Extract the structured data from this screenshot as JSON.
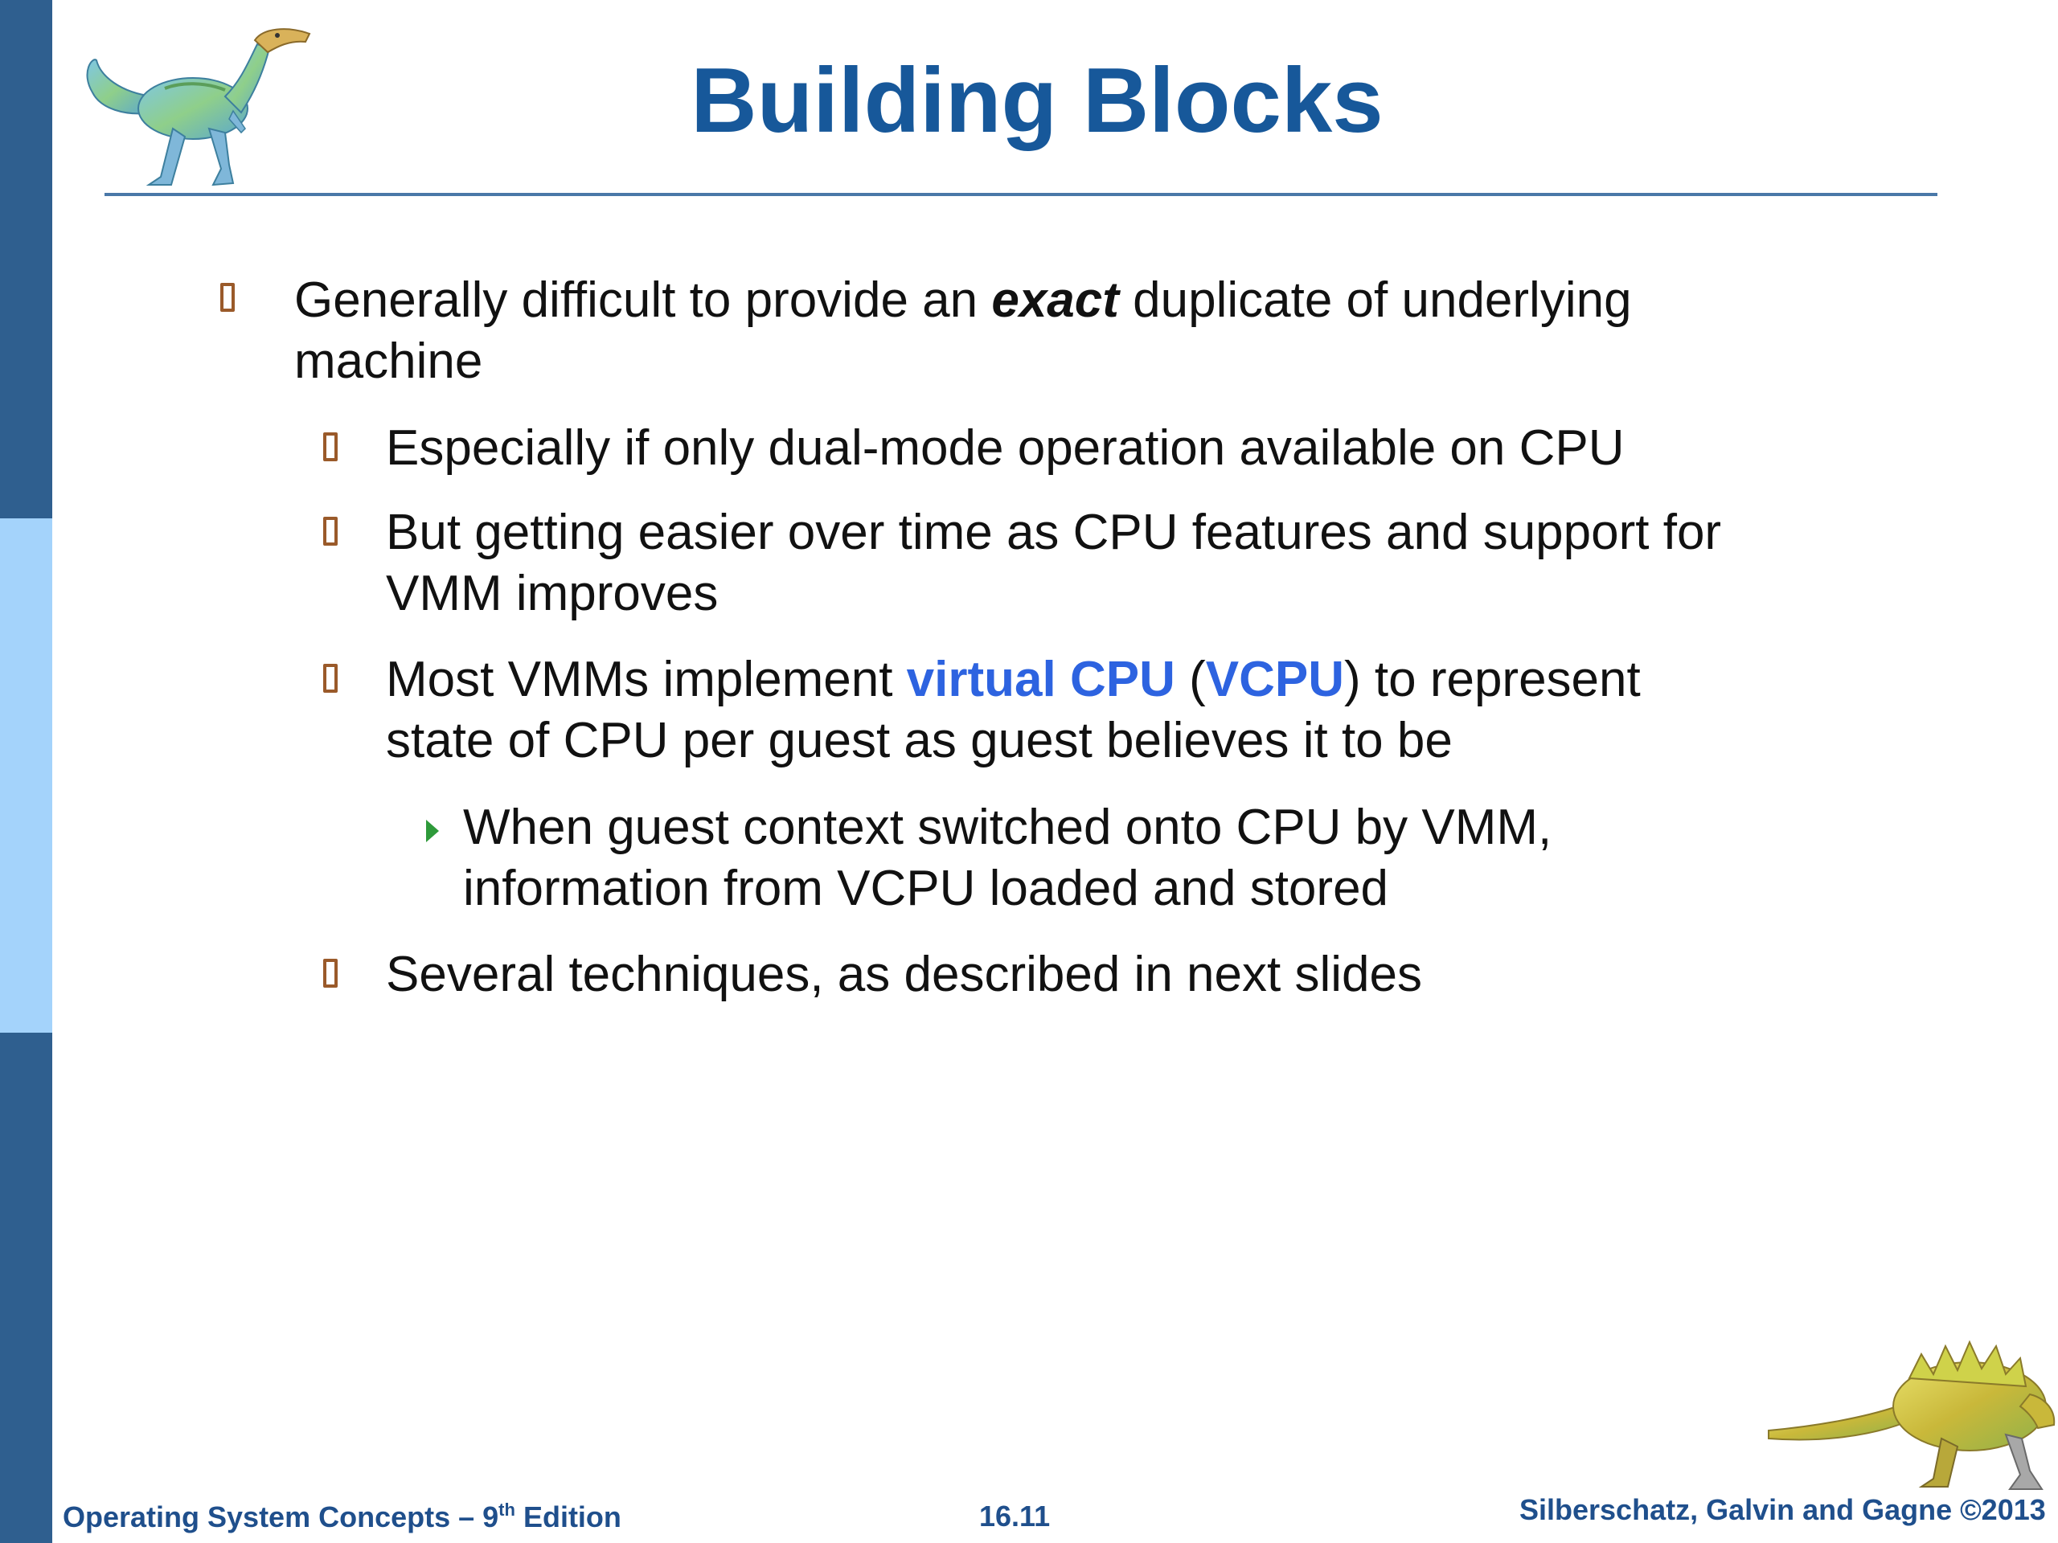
{
  "slide": {
    "title": "Building Blocks",
    "bullets": {
      "b1": {
        "line1_pre": "Generally difficult to provide an ",
        "line1_em": "exact",
        "line1_post": " duplicate of underlying",
        "line2": "machine"
      },
      "b2": {
        "line1": "Especially if only dual-mode operation available on CPU"
      },
      "b3": {
        "line1": "But getting easier over time as CPU features and support for",
        "line2": "VMM improves"
      },
      "b4": {
        "line1_pre": "Most VMMs implement ",
        "line1_hl1": "virtual CPU",
        "line1_mid": " (",
        "line1_hl2": "VCPU",
        "line1_post": ") to represent",
        "line2": "state of CPU per guest as guest believes it to be"
      },
      "b5": {
        "line1": "When guest context switched onto CPU by VMM,",
        "line2": "information from VCPU loaded and stored"
      },
      "b6": {
        "line1": "Several techniques, as described in next slides"
      }
    },
    "footer": {
      "left_pre": "Operating System Concepts – 9",
      "left_sup": "th",
      "left_post": " Edition",
      "center": "16.11",
      "right": "Silberschatz, Galvin and Gagne ©2013"
    },
    "colors": {
      "title": "#17589a",
      "sidebar_dark": "#2f5f8f",
      "sidebar_light": "#a4d3fb",
      "highlight": "#2d63e0",
      "bullet_square": "#9a5a2a",
      "bullet_arrow": "#2e9a3a",
      "footer": "#1f4f8c"
    },
    "icons": [
      "dinosaur-icon",
      "bullet-square-icon",
      "bullet-arrow-icon"
    ]
  }
}
